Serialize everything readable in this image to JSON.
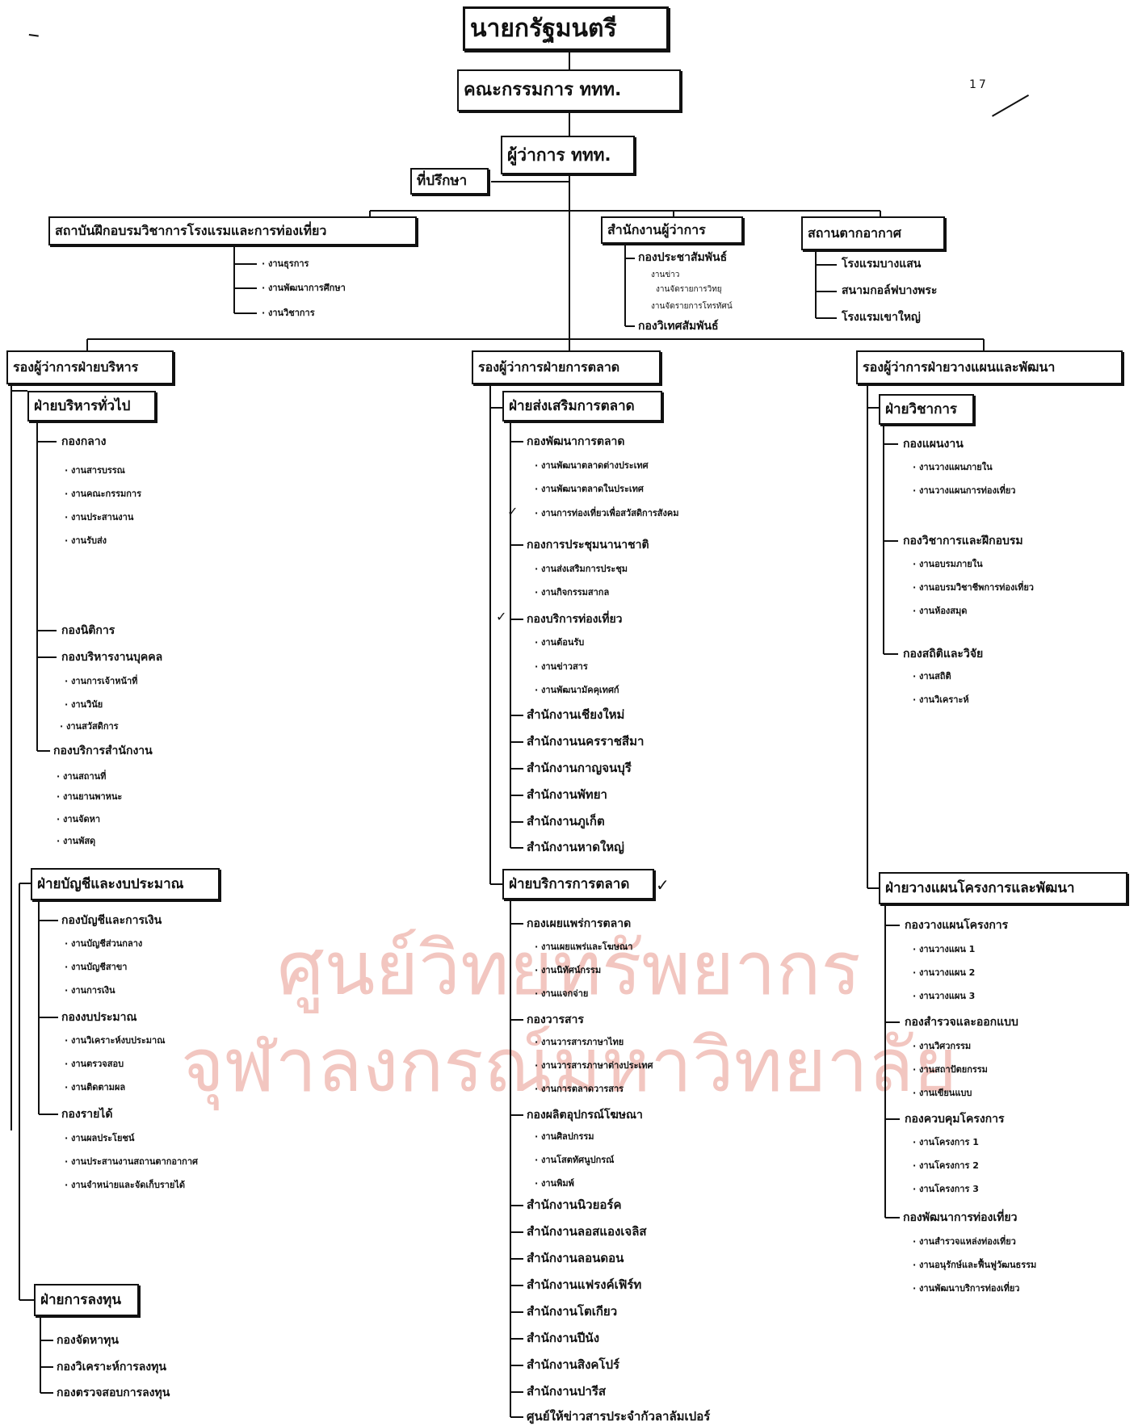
{
  "page_number": "17",
  "top": {
    "prime_minister": "นายกรัฐมนตรี",
    "board": "คณะกรรมการ ททท.",
    "governor": "ผู้ว่าการ ททท.",
    "advisor": "ที่ปรึกษา"
  },
  "institute": {
    "title": "สถาบันฝึกอบรมวิชาการโรงแรมและการท่องเที่ยว",
    "items": [
      "งานธุรการ",
      "งานพัฒนาการศึกษา",
      "งานวิชาการ"
    ]
  },
  "governor_office": {
    "title": "สำนักงานผู้ว่าการ",
    "pr_division": "กองประชาสัมพันธ์",
    "pr_items": [
      "งานข่าว",
      "งานจัดรายการวิทยุ",
      "งานจัดรายการโทรทัศน์"
    ],
    "foreign_division": "กองวิเทศสัมพันธ์"
  },
  "airport": {
    "title": "สถานตากอากาศ",
    "items": [
      "โรงแรมบางแสน",
      "สนามกอล์ฟบางพระ",
      "โรงแรมเขาใหญ่"
    ]
  },
  "deputy_admin": {
    "title": "รองผู้ว่าการฝ่ายบริหาร",
    "general": {
      "title": "ฝ่ายบริหารทั่วไป",
      "central_div": "กองกลาง",
      "central_items": [
        "งานสารบรรณ",
        "งานคณะกรรมการ",
        "งานประสานงาน",
        "งานรับส่ง"
      ],
      "legal_div": "กองนิติการ",
      "personnel_div": "กองบริหารงานบุคคล",
      "personnel_items": [
        "งานการเจ้าหน้าที่",
        "งานวินัย",
        "งานสวัสดิการ"
      ],
      "office_div": "กองบริการสำนักงาน",
      "office_items": [
        "งานสถานที่",
        "งานยานพาหนะ",
        "งานจัดหา",
        "งานพัสดุ"
      ]
    },
    "finance": {
      "title": "ฝ่ายบัญชีและงบประมาณ",
      "accounting_div": "กองบัญชีและการเงิน",
      "accounting_items": [
        "งานบัญชีส่วนกลาง",
        "งานบัญชีสาขา",
        "งานการเงิน"
      ],
      "budget_div": "กองงบประมาณ",
      "budget_items": [
        "งานวิเคราะห์งบประมาณ",
        "งานตรวจสอบ",
        "งานติดตามผล"
      ],
      "revenue_div": "กองรายได้",
      "revenue_items": [
        "งานผลประโยชน์",
        "งานประสานงานสถานตากอากาศ",
        "งานจำหน่ายและจัดเก็บรายได้"
      ]
    },
    "investment": {
      "title": "ฝ่ายการลงทุน",
      "items": [
        "กองจัดหาทุน",
        "กองวิเคราะห์การลงทุน",
        "กองตรวจสอบการลงทุน"
      ]
    }
  },
  "deputy_marketing": {
    "title": "รองผู้ว่าการฝ่ายการตลาด",
    "promotion": {
      "title": "ฝ่ายส่งเสริมการตลาด",
      "market_dev_div": "กองพัฒนาการตลาด",
      "market_dev_items": [
        "งานพัฒนาตลาดต่างประเทศ",
        "งานพัฒนาตลาดในประเทศ",
        "งานการท่องเที่ยวเพื่อสวัสดิการสังคม"
      ],
      "convention_div": "กองการประชุมนานาชาติ",
      "convention_items": [
        "งานส่งเสริมการประชุม",
        "งานกิจกรรมสากล"
      ],
      "tourist_service_div": "กองบริการท่องเที่ยว",
      "tourist_service_items": [
        "งานต้อนรับ",
        "งานข่าวสาร",
        "งานพัฒนามัคคุเทศก์"
      ],
      "offices": [
        "สำนักงานเชียงใหม่",
        "สำนักงานนครราชสีมา",
        "สำนักงานกาญจนบุรี",
        "สำนักงานพัทยา",
        "สำนักงานภูเก็ต",
        "สำนักงานหาดใหญ่"
      ]
    },
    "service": {
      "title": "ฝ่ายบริการการตลาด",
      "publicity_div": "กองเผยแพร่การตลาด",
      "publicity_items": [
        "งานเผยแพร่และโฆษณา",
        "งานนิทัศน์กรรม",
        "งานแจกจ่าย"
      ],
      "journal_div": "กองวารสาร",
      "journal_items": [
        "งานวารสารภาษาไทย",
        "งานวารสารภาษาต่างประเทศ",
        "งานการตลาดวารสาร"
      ],
      "media_div": "กองผลิตอุปกรณ์โฆษณา",
      "media_items": [
        "งานศิลปกรรม",
        "งานโสตทัศนูปกรณ์",
        "งานพิมพ์"
      ],
      "offices": [
        "สำนักงานนิวยอร์ค",
        "สำนักงานลอสแองเจลิส",
        "สำนักงานลอนดอน",
        "สำนักงานแฟรงค์เฟิร์ท",
        "สำนักงานโตเกียว",
        "สำนักงานปีนัง",
        "สำนักงานสิงคโปร์",
        "สำนักงานปารีส",
        "ศูนย์ให้ข่าวสารประจำกัวลาลัมเปอร์"
      ]
    }
  },
  "deputy_planning": {
    "title": "รองผู้ว่าการฝ่ายวางแผนและพัฒนา",
    "academic": {
      "title": "ฝ่ายวิชาการ",
      "plan_div": "กองแผนงาน",
      "plan_items": [
        "งานวางแผนภายใน",
        "งานวางแผนการท่องเที่ยว"
      ],
      "training_div": "กองวิชาการและฝึกอบรม",
      "training_items": [
        "งานอบรมภายใน",
        "งานอบรมวิชาชีพการท่องเที่ยว",
        "งานห้องสมุด"
      ],
      "stats_div": "กองสถิติและวิจัย",
      "stats_items": [
        "งานสถิติ",
        "งานวิเคราะห์"
      ]
    },
    "project": {
      "title": "ฝ่ายวางแผนโครงการและพัฒนา",
      "project_plan_div": "กองวางแผนโครงการ",
      "project_plan_items": [
        "งานวางแผน 1",
        "งานวางแผน 2",
        "งานวางแผน 3"
      ],
      "survey_div": "กองสำรวจและออกแบบ",
      "survey_items": [
        "งานวิศวกรรม",
        "งานสถาปัตยกรรม",
        "งานเขียนแบบ"
      ],
      "control_div": "กองควบคุมโครงการ",
      "control_items": [
        "งานโครงการ 1",
        "งานโครงการ 2",
        "งานโครงการ 3"
      ],
      "tourism_dev_div": "กองพัฒนาการท่องเที่ยว",
      "tourism_dev_items": [
        "งานสำรวจแหล่งท่องเที่ยว",
        "งานอนุรักษ์และฟื้นฟูวัฒนธรรม",
        "งานพัฒนาบริการท่องเที่ยว"
      ]
    }
  },
  "watermark": {
    "line1": "ศูนย์วิทยทรัพยากร",
    "line2": "จุฬาลงกรณ์มหาวิทยาลัย"
  }
}
